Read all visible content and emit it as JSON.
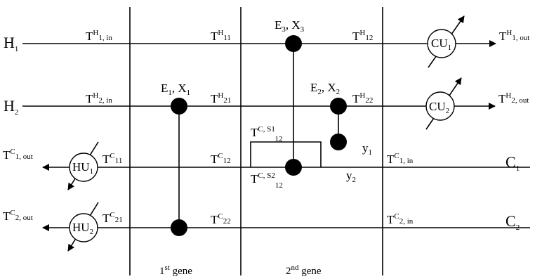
{
  "streams": {
    "H1": {
      "base": "H",
      "sub": "1"
    },
    "H2": {
      "base": "H",
      "sub": "2"
    },
    "C1": {
      "base": "C",
      "sub": "1"
    },
    "C2": {
      "base": "C",
      "sub": "2"
    }
  },
  "temperatures": {
    "h1_in": {
      "base": "T",
      "sup": "H",
      "sub": "1, in"
    },
    "h1_11": {
      "base": "T",
      "sup": "H",
      "sub": "11"
    },
    "h1_12": {
      "base": "T",
      "sup": "H",
      "sub": "12"
    },
    "h1_out": {
      "base": "T",
      "sup": "H",
      "sub": "1, out"
    },
    "h2_in": {
      "base": "T",
      "sup": "H",
      "sub": "2, in"
    },
    "h2_21": {
      "base": "T",
      "sup": "H",
      "sub": "21"
    },
    "h2_22": {
      "base": "T",
      "sup": "H",
      "sub": "22"
    },
    "h2_out": {
      "base": "T",
      "sup": "H",
      "sub": "2, out"
    },
    "c1_out": {
      "base": "T",
      "sup": "C",
      "sub": "1, out"
    },
    "c1_11": {
      "base": "T",
      "sup": "C",
      "sub": "11"
    },
    "c1_12": {
      "base": "T",
      "sup": "C",
      "sub": "12"
    },
    "c1_in": {
      "base": "T",
      "sup": "C",
      "sub": "1, in"
    },
    "c2_out": {
      "base": "T",
      "sup": "C",
      "sub": "2, out"
    },
    "c2_21": {
      "base": "T",
      "sup": "C",
      "sub": "21"
    },
    "c2_22": {
      "base": "T",
      "sup": "C",
      "sub": "22"
    },
    "c2_in": {
      "base": "T",
      "sup": "C",
      "sub": "2, in"
    },
    "split_s1": {
      "base": "T",
      "sup": "C, S1",
      "sub": "12"
    },
    "split_s2": {
      "base": "T",
      "sup": "C, S2",
      "sub": "12"
    }
  },
  "exchangers": {
    "e1": {
      "e": "E",
      "e_sub": "1",
      "x": "X",
      "x_sub": "1"
    },
    "e2": {
      "e": "E",
      "e_sub": "2",
      "x": "X",
      "x_sub": "2"
    },
    "e3": {
      "e": "E",
      "e_sub": "3",
      "x": "X",
      "x_sub": "3"
    }
  },
  "split_fractions": {
    "y1": {
      "base": "y",
      "sub": "1"
    },
    "y2": {
      "base": "y",
      "sub": "2"
    }
  },
  "utilities": {
    "cu1": {
      "base": "CU",
      "sub": "1"
    },
    "cu2": {
      "base": "CU",
      "sub": "2"
    },
    "hu1": {
      "base": "HU",
      "sub": "1"
    },
    "hu2": {
      "base": "HU",
      "sub": "2"
    }
  },
  "genes": {
    "gene1": {
      "num": "1",
      "sup": "st",
      "word": " gene"
    },
    "gene2": {
      "num": "2",
      "sup": "nd",
      "word": " gene"
    }
  }
}
